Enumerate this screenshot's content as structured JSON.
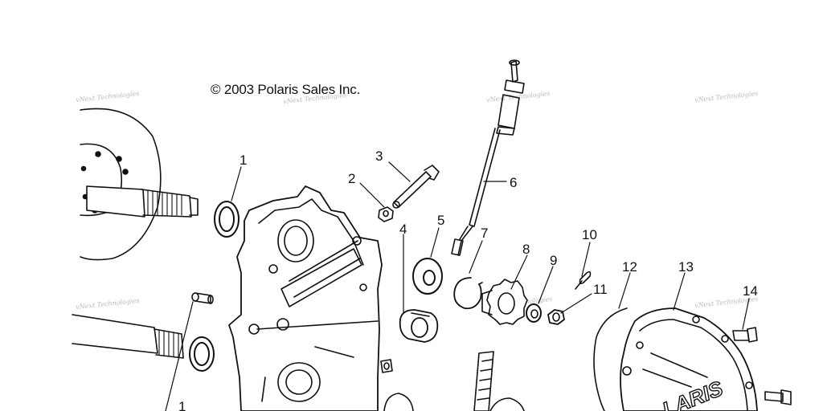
{
  "copyright": "© 2003 Polaris Sales Inc.",
  "watermark": "vNext Technologies",
  "callouts": [
    "1",
    "2",
    "3",
    "4",
    "5",
    "6",
    "7",
    "8",
    "9",
    "10",
    "11",
    "12",
    "13",
    "14",
    "1"
  ],
  "cover_logo": "LARIS",
  "colors": {
    "line": "#111111",
    "watermark": "#b9b9b9",
    "background": "#ffffff"
  }
}
